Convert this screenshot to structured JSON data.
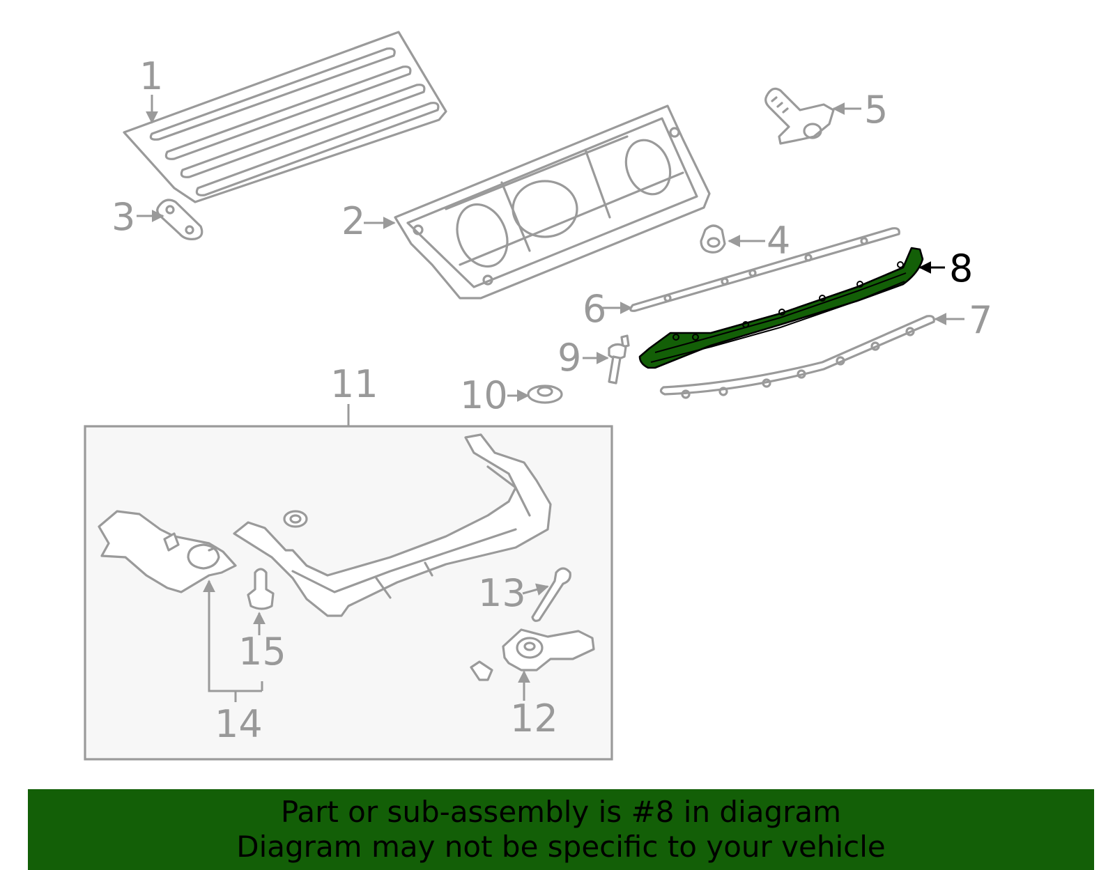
{
  "diagram": {
    "highlighted_part": "8",
    "highlight_color": "#135f07",
    "callouts": [
      "1",
      "2",
      "3",
      "4",
      "5",
      "6",
      "7",
      "8",
      "9",
      "10",
      "11",
      "12",
      "13",
      "14",
      "15"
    ]
  },
  "banner": {
    "background_color": "#135f07",
    "line1": "Part or sub-assembly is #8 in diagram",
    "line2": "Diagram may not be specific to your vehicle"
  }
}
